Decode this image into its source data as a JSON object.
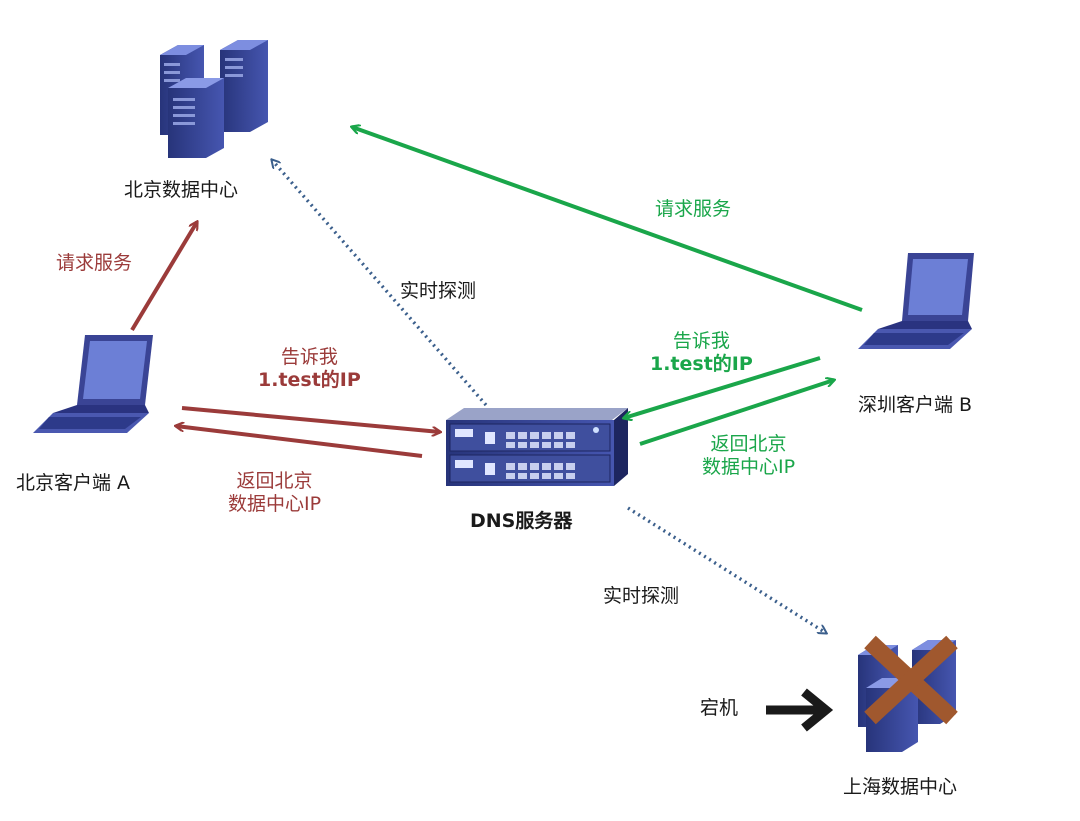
{
  "nodes": {
    "beijing_dc": "北京数据中心",
    "beijing_client": "北京客户端 A",
    "dns_server": "DNS服务器",
    "shenzhen_client": "深圳客户端 B",
    "shanghai_dc": "上海数据中心"
  },
  "edges": {
    "a_request": "请求服务",
    "b_request": "请求服务",
    "dns_probe_beijing": "实时探测",
    "dns_probe_shanghai": "实时探测",
    "a_ask_line1": "告诉我",
    "a_ask_line2": "1.test的IP",
    "a_reply_line1": "返回北京",
    "a_reply_line2": "数据中心IP",
    "b_ask_line1": "告诉我",
    "b_ask_line2": "1.test的IP",
    "b_reply_line1": "返回北京",
    "b_reply_line2": "数据中心IP"
  },
  "annotations": {
    "down_label": "宕机"
  },
  "colors": {
    "client_a_flow": "#9b3b3a",
    "client_b_flow": "#1aa64a",
    "probe": "#3b5f8c",
    "failure_mark": "#a0582e",
    "server_blue": "#3f4f9e"
  },
  "icons": {
    "data_center": "server-cluster-icon",
    "client": "laptop-icon",
    "dns": "rack-server-icon",
    "failure": "cross-icon",
    "pointer": "right-arrow-icon"
  }
}
